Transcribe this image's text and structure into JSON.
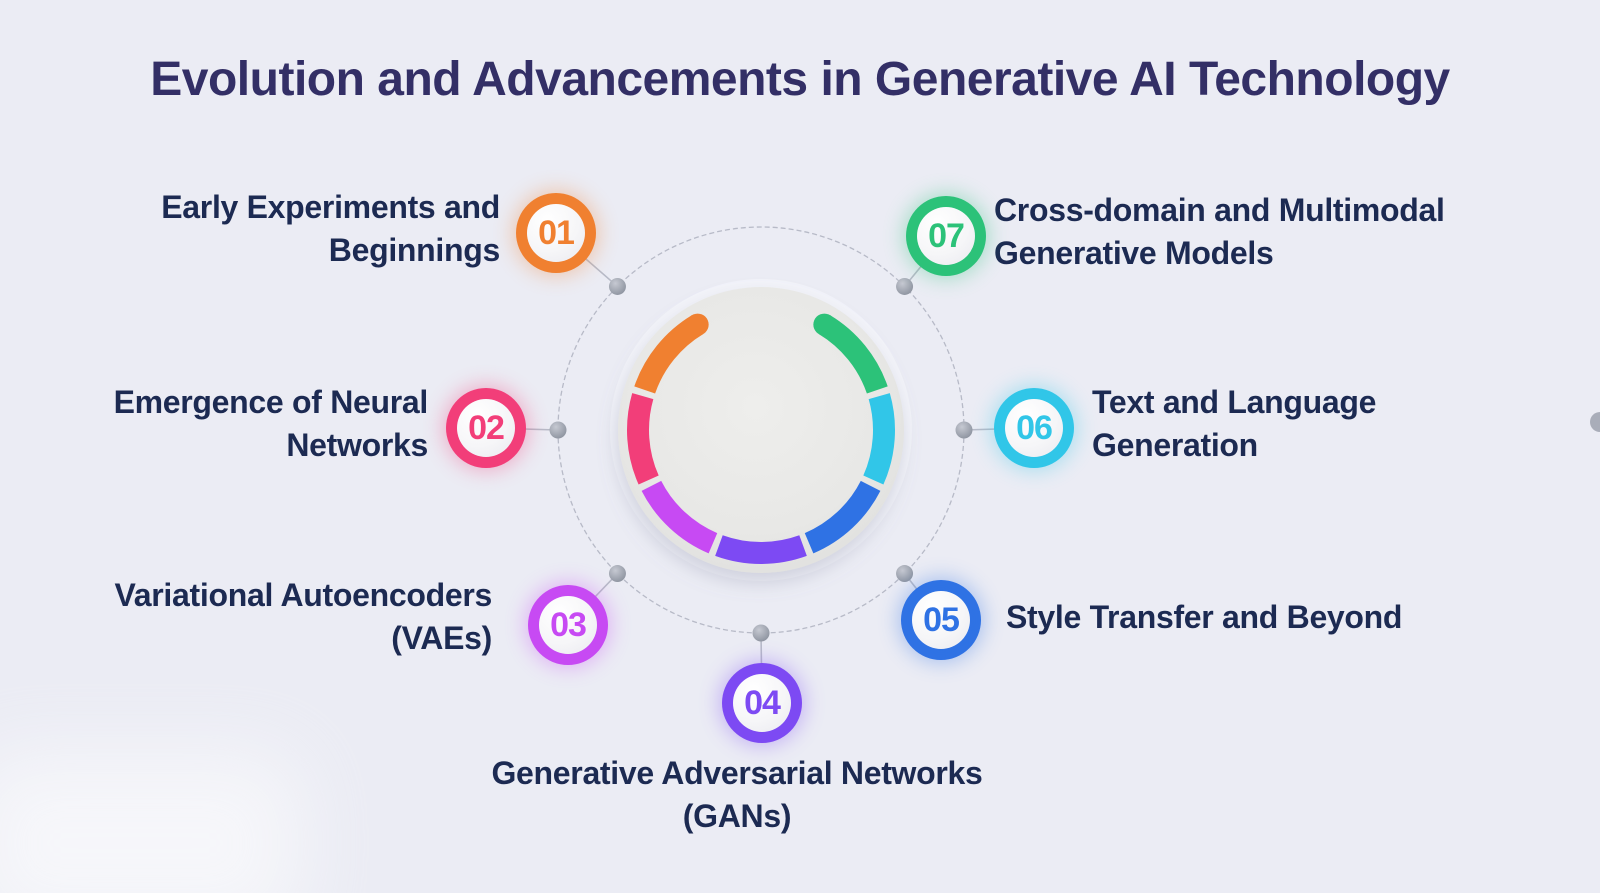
{
  "title": "Evolution and Advancements in Generative AI Technology",
  "items": [
    {
      "number": "01",
      "color": "#f08030",
      "label_lines": [
        "Early Experiments and",
        "Beginnings"
      ]
    },
    {
      "number": "02",
      "color": "#f23e79",
      "label_lines": [
        "Emergence of Neural",
        "Networks"
      ]
    },
    {
      "number": "03",
      "color": "#c74af3",
      "label_lines": [
        "Variational Autoencoders",
        "(VAEs)"
      ]
    },
    {
      "number": "04",
      "color": "#7d4af3",
      "label_lines": [
        "Generative Adversarial Networks",
        "(GANs)"
      ]
    },
    {
      "number": "05",
      "color": "#2f72e4",
      "label_lines": [
        "Style Transfer and Beyond"
      ]
    },
    {
      "number": "06",
      "color": "#31c6e8",
      "label_lines": [
        "Text and Language",
        "Generation"
      ]
    },
    {
      "number": "07",
      "color": "#2cc279",
      "label_lines": [
        "Cross-domain and Multimodal",
        "Generative Models"
      ]
    }
  ],
  "colors": {
    "background": "#ebecf4",
    "title_text": "#332f66",
    "label_text": "#1c2a52",
    "disc_fill": "#e8e8e6",
    "disc_halo": "#f7f8fb",
    "connector_line": "#b7bac7",
    "connector_dot": "#9aa0ac"
  }
}
